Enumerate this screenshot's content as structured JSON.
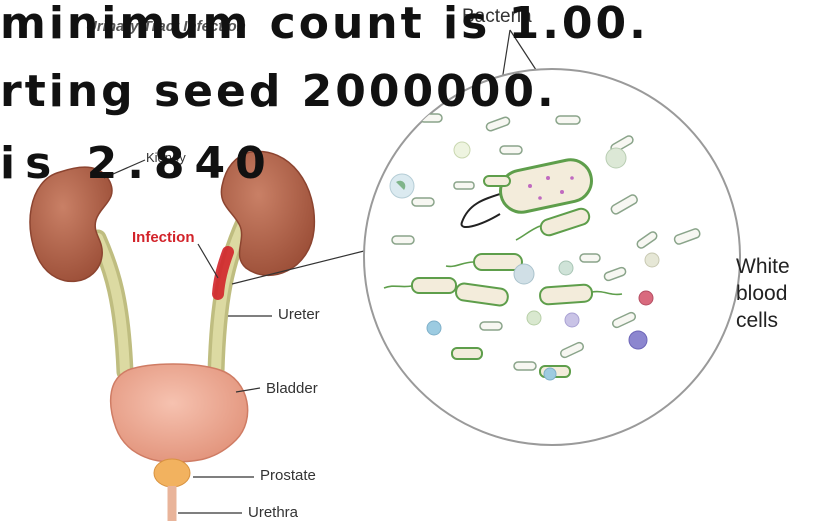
{
  "diagram": {
    "title": "Urinary Tract Infection",
    "labels": {
      "kidney": "Kidney",
      "infection": "Infection",
      "ureter": "Ureter",
      "bladder": "Bladder",
      "prostate": "Prostate",
      "urethra": "Urethra",
      "bacteria": "Bacteria",
      "white_blood_cells": [
        "White",
        "blood",
        "cells"
      ]
    },
    "colors": {
      "kidney": "#b5654a",
      "ureter": "#d6d49a",
      "bladder": "#eaa58e",
      "prostate": "#f2b25f",
      "infection": "#d2232a",
      "bacteria_outline": "#5e9e4b",
      "bacteria_fill": "#f3ecdb"
    }
  },
  "overlay_text": {
    "line1": "minimum count is 1.00.",
    "line2": "rting seed 2000000.",
    "line3": "is 2.840"
  }
}
